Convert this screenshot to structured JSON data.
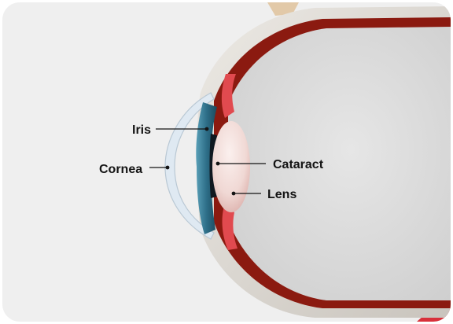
{
  "labels": {
    "iris": "Iris",
    "cornea": "Cornea",
    "cataract": "Cataract",
    "lens": "Lens"
  },
  "colors": {
    "background": "#efefef",
    "sclera": "#d9d5cf",
    "choroid": "#8b1a10",
    "vitreous": "#dcdcdc",
    "ciliary": "#e14a4f",
    "iris": "#2e6f88",
    "lens": "#efd6d2",
    "cornea": "#dfe9f2"
  }
}
